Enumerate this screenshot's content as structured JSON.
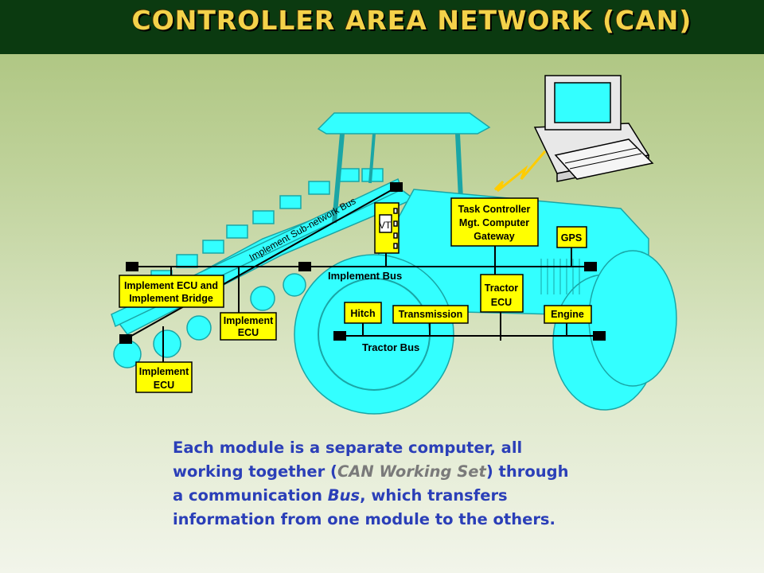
{
  "title": "CONTROLLER AREA NETWORK (CAN)",
  "diagram": {
    "sub_bus_label": "Implement Sub-network Bus",
    "implement_bus_label": "Implement Bus",
    "tractor_bus_label": "Tractor Bus",
    "vt_label": "VT",
    "task_controller": [
      "Task Controller",
      "Mgt. Computer",
      "Gateway"
    ],
    "gps": "GPS",
    "tractor_ecu": [
      "Tractor",
      "ECU"
    ],
    "hitch": "Hitch",
    "transmission": "Transmission",
    "engine": "Engine",
    "implement_bridge": [
      "Implement ECU and",
      "Implement Bridge"
    ],
    "implement_ecu_a": [
      "Implement",
      "ECU"
    ],
    "implement_ecu_b": [
      "Implement",
      "ECU"
    ]
  },
  "caption": {
    "part1": "Each module is a separate computer, all working together (",
    "highlight": "CAN Working Set",
    "part2": ") through a communication ",
    "bus_word": "Bus",
    "part3": ", which transfers information from one module to the others."
  },
  "colors": {
    "tractor": "#33ffff",
    "module_fill": "#ffff00",
    "title_text": "#f4d24a",
    "title_bar": "#0b3a10",
    "caption_text": "#2b3fb8"
  }
}
